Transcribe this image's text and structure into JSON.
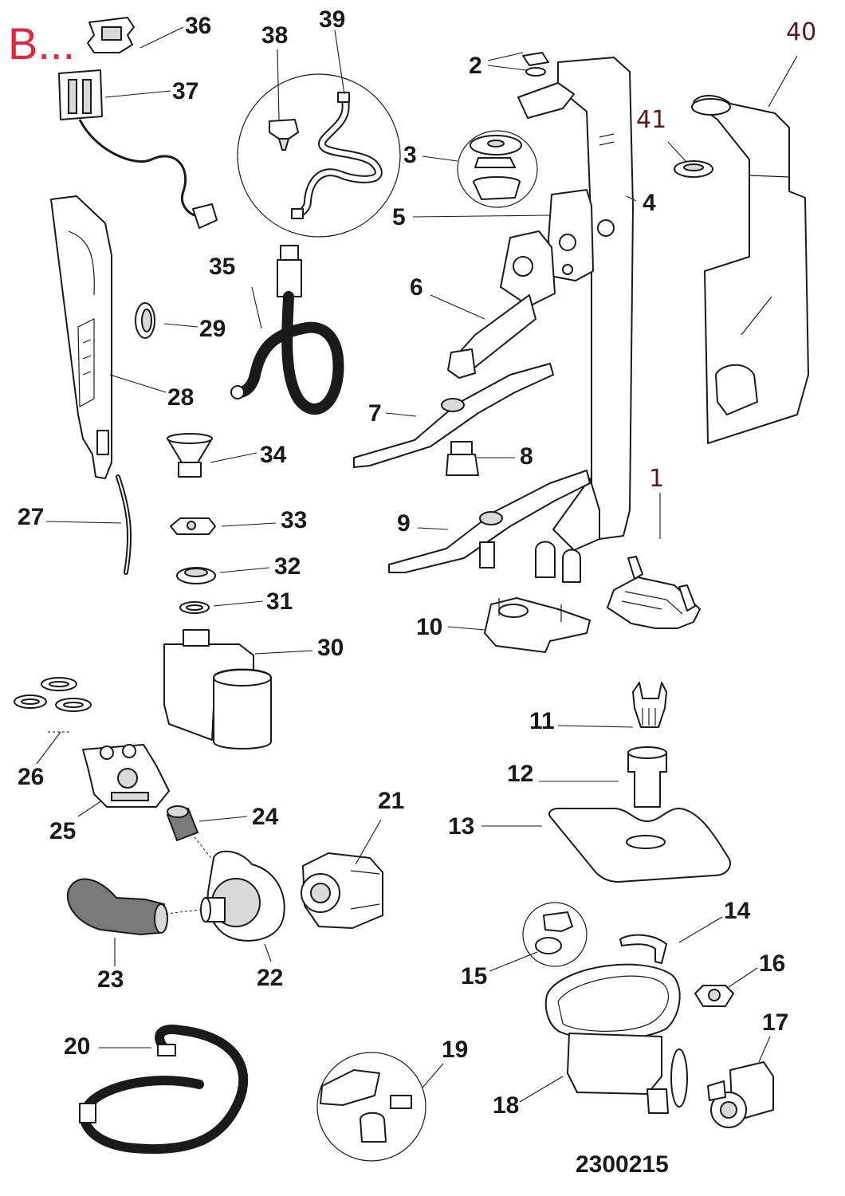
{
  "header": {
    "corner_label": "B...",
    "corner_color": "#e8233f"
  },
  "drawing_code": "2300215",
  "callouts": {
    "c1": "1",
    "c2": "2",
    "c3": "3",
    "c4": "4",
    "c5": "5",
    "c6": "6",
    "c7": "7",
    "c8": "8",
    "c9": "9",
    "c10": "10",
    "c11": "11",
    "c12": "12",
    "c13": "13",
    "c14": "14",
    "c15": "15",
    "c16": "16",
    "c17": "17",
    "c18": "18",
    "c19": "19",
    "c20": "20",
    "c21": "21",
    "c22": "22",
    "c23": "23",
    "c24": "24",
    "c25": "25",
    "c26": "26",
    "c27": "27",
    "c28": "28",
    "c29": "29",
    "c30": "30",
    "c31": "31",
    "c32": "32",
    "c33": "33",
    "c34": "34",
    "c35": "35",
    "c36": "36",
    "c37": "37",
    "c38": "38",
    "c39": "39",
    "c40": "40",
    "c41": "41"
  }
}
